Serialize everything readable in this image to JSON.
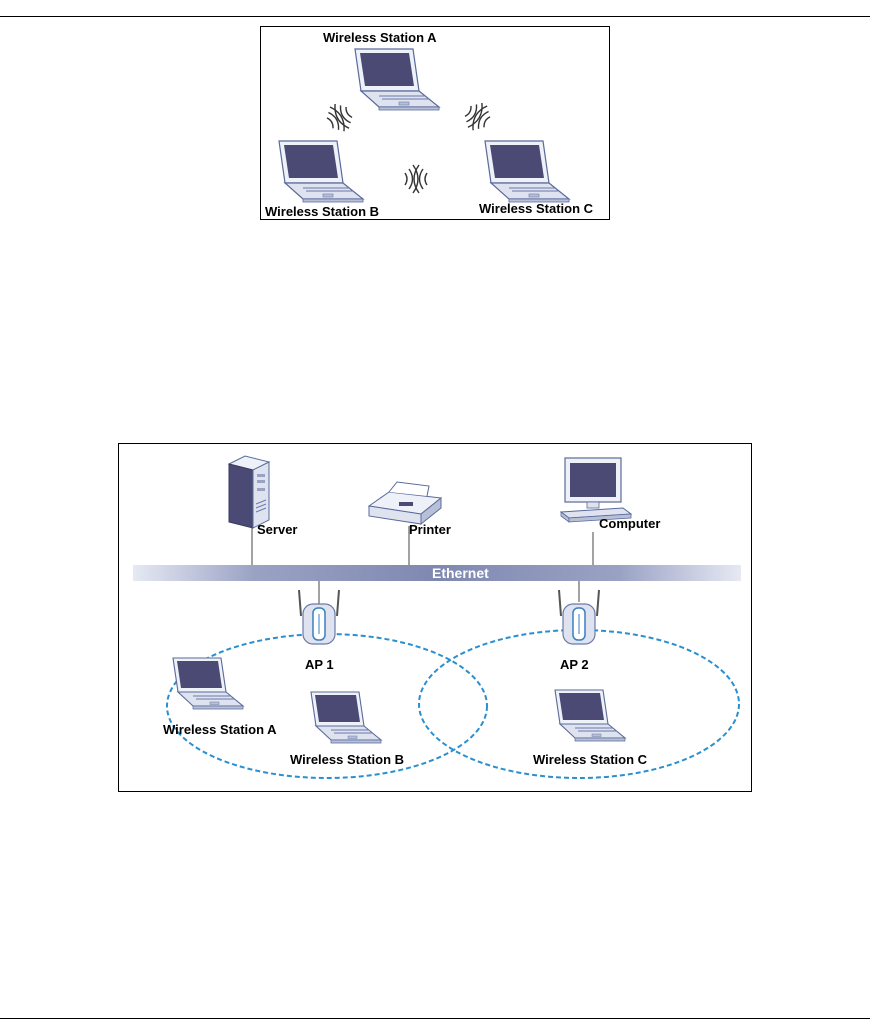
{
  "figure1": {
    "station_a": "Wireless Station A",
    "station_b": "Wireless Station B",
    "station_c": "Wireless Station C"
  },
  "figure2": {
    "server": "Server",
    "printer": "Printer",
    "computer": "Computer",
    "ethernet": "Ethernet",
    "ap1": "AP 1",
    "ap2": "AP 2",
    "station_a": "Wireless Station A",
    "station_b": "Wireless Station B",
    "station_c": "Wireless Station C"
  },
  "colors": {
    "bss_circle": "#2a8fcf",
    "ethernet_band": "#8a93b8",
    "laptop_screen": "#4a4a74",
    "device_body": "#dfe3f0"
  }
}
